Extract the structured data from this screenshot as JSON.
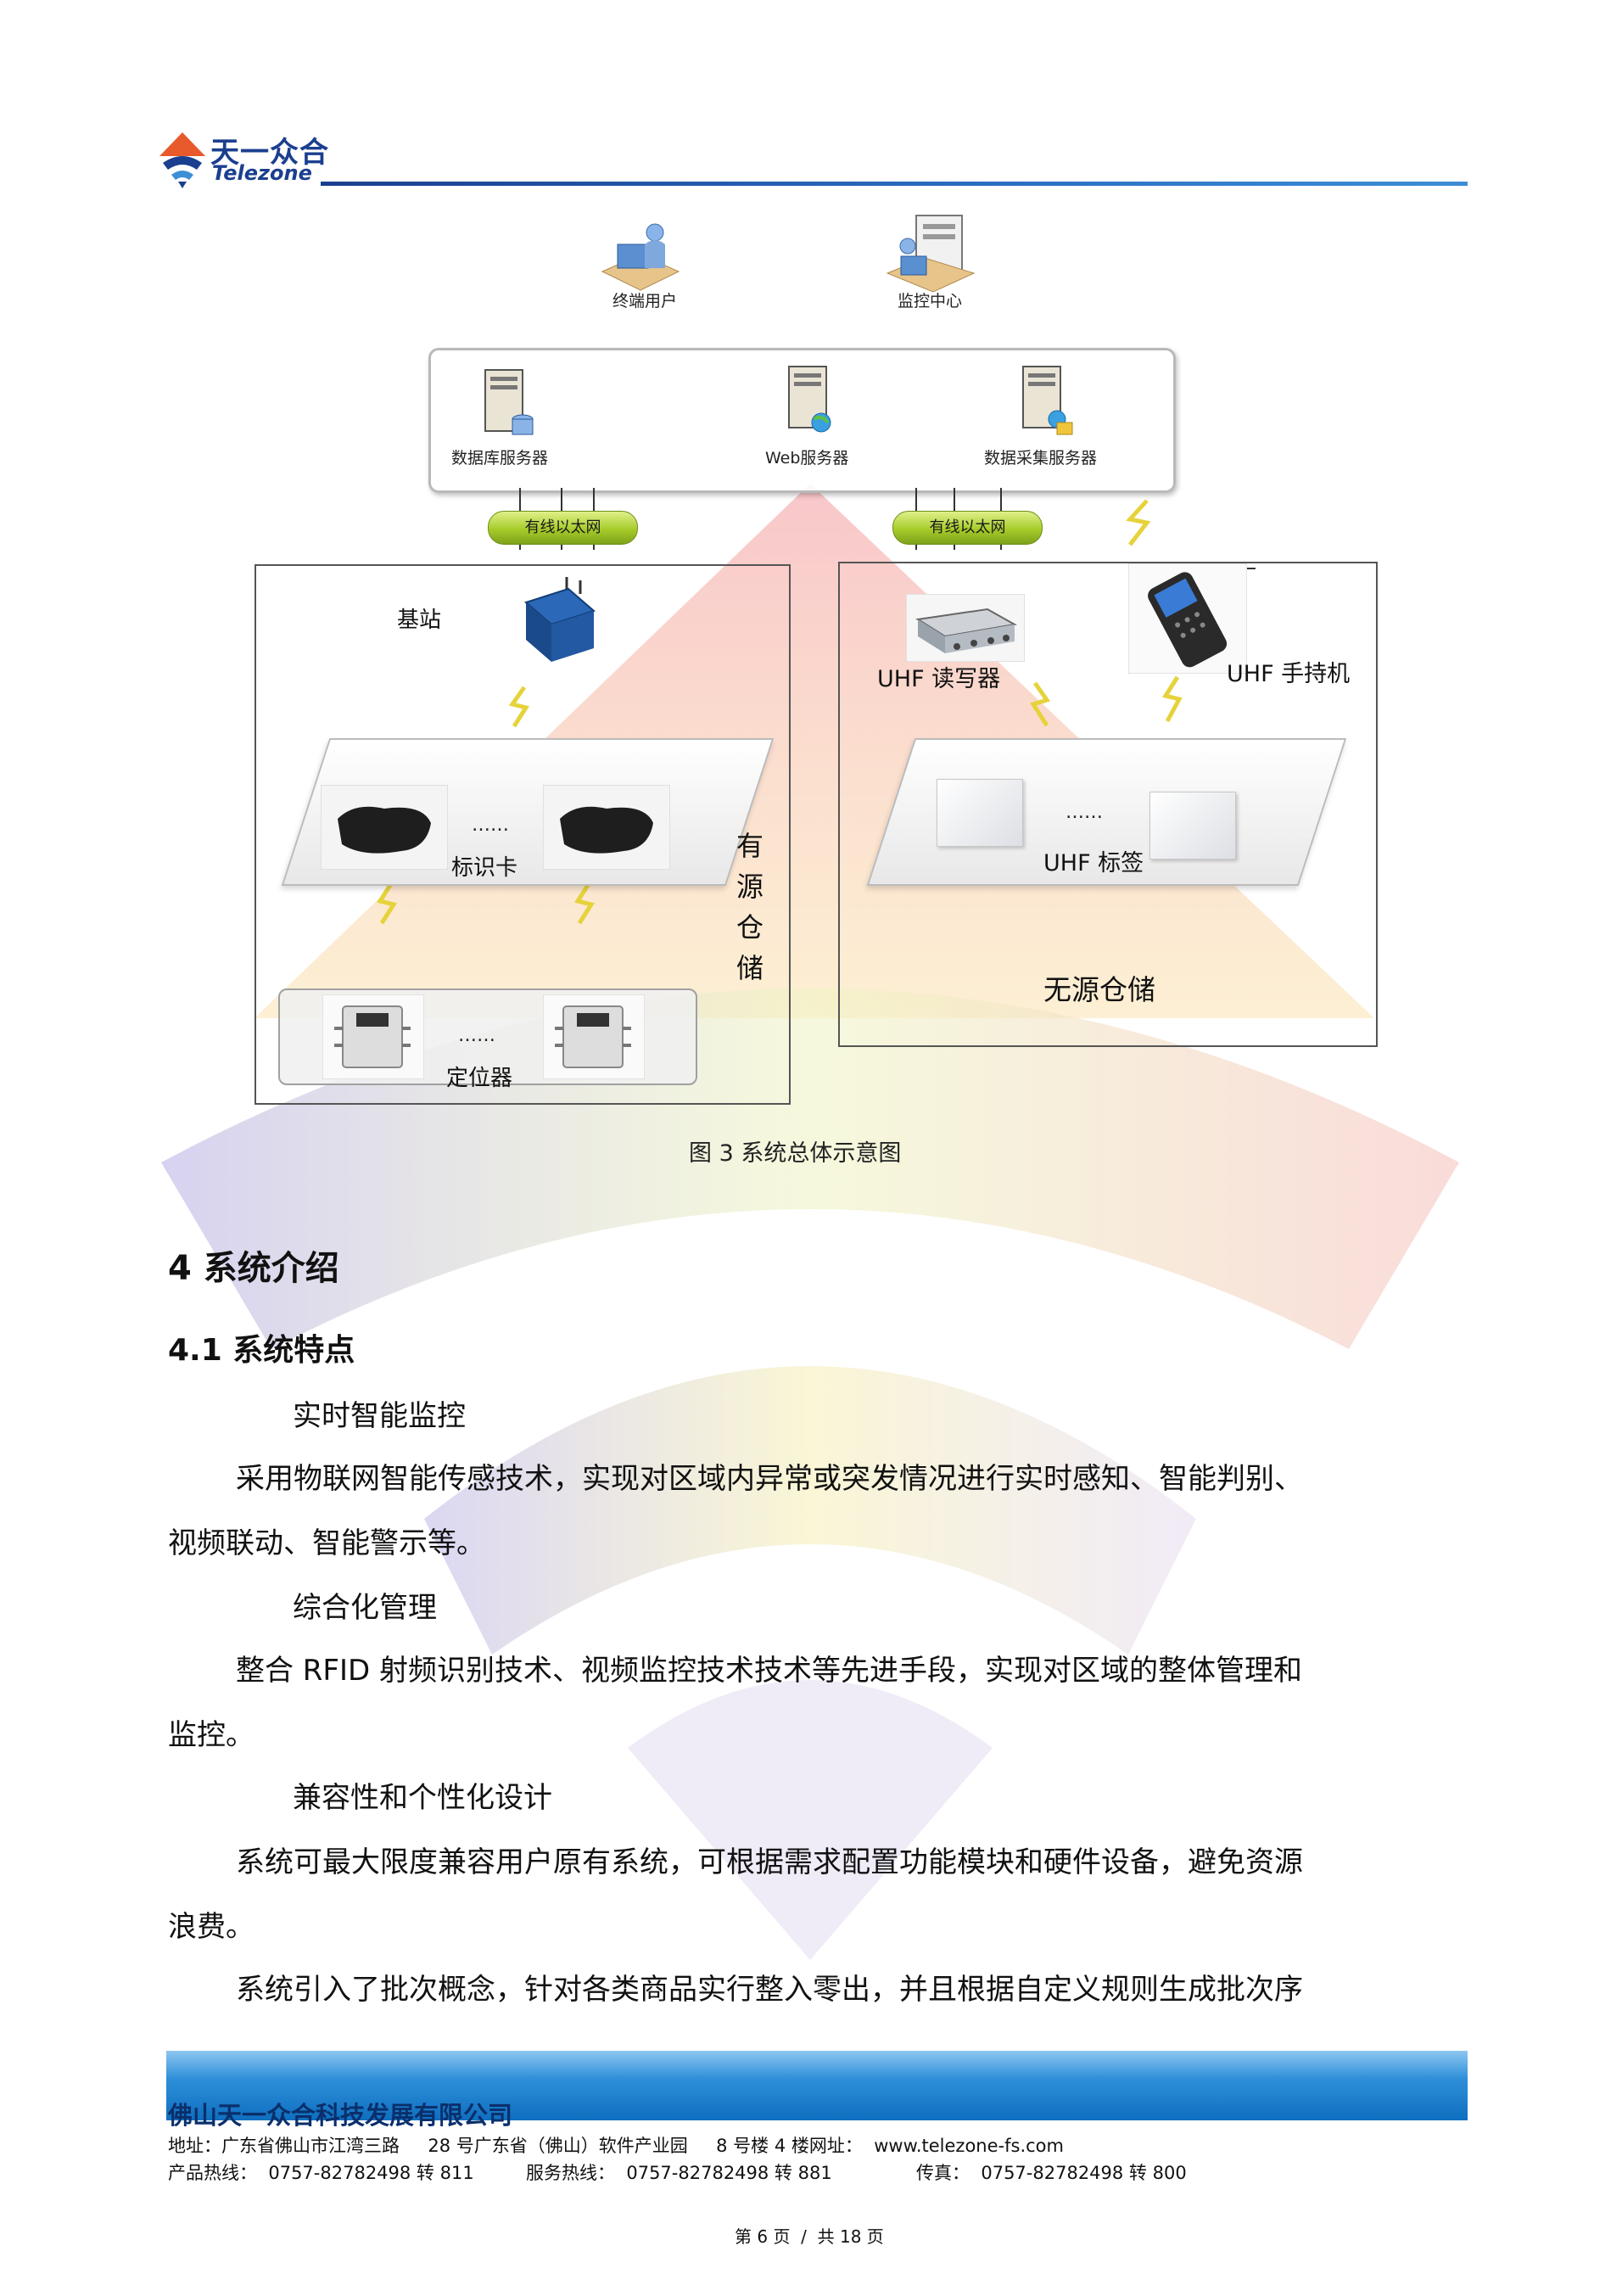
{
  "header": {
    "logo_cn": "天一众合",
    "logo_en": "Telezone"
  },
  "diagram": {
    "top": {
      "terminal_user": "终端用户",
      "monitor_center": "监控中心"
    },
    "servers": {
      "db_server": "数据库服务器",
      "web_server": "Web服务器",
      "collect_server": "数据采集服务器"
    },
    "network_left": "有线以太网",
    "network_right": "有线以太网",
    "active": {
      "base_station": "基站",
      "tag_dots": "……",
      "tag_label": "标识卡",
      "locator_dots": "……",
      "locator_label": "定位器",
      "storage_chars": [
        "有",
        "源",
        "仓",
        "储"
      ]
    },
    "passive": {
      "uhf_reader": "UHF 读写器",
      "uhf_handheld": "UHF 手持机",
      "tag_dots": "……",
      "uhf_tag": "UHF 标签",
      "storage_label": "无源仓储"
    },
    "caption": "图 3 系统总体示意图"
  },
  "content": {
    "section_title": "4 系统介绍",
    "subsection_title": "4.1 系统特点",
    "items": [
      {
        "heading": "实时智能监控",
        "lines": [
          "采用物联网智能传感技术，实现对区域内异常或突发情况进行实时感知、智能判别、",
          "视频联动、智能警示等。"
        ]
      },
      {
        "heading": "综合化管理",
        "lines": [
          "整合 RFID 射频识别技术、视频监控技术技术等先进手段，实现对区域的整体管理和",
          "监控。"
        ]
      },
      {
        "heading": "兼容性和个性化设计",
        "lines": [
          "系统可最大限度兼容用户原有系统，可根据需求配置功能模块和硬件设备，避免资源",
          "浪费。"
        ]
      }
    ],
    "last_paragraph": "系统引入了批次概念，针对各类商品实行整入零出，并且根据自定义规则生成批次序"
  },
  "footer": {
    "company": "佛山天一众合科技发展有限公司",
    "address": "地址：广东省佛山市江湾三路     28 号广东省（佛山）软件产业园     8 号楼 4 楼网址：  www.telezone-fs.com",
    "hotline_product": "产品热线：  0757-82782498 转 811",
    "hotline_service": "服务热线：  0757-82782498 转 881",
    "fax": "传真：  0757-82782498 转 800",
    "page": "第 6 页  /  共 18 页"
  },
  "colors": {
    "brand_blue": "#1b3f8f",
    "footer_blue": "#0f6fc0",
    "network_green": "#a6cc2a"
  }
}
